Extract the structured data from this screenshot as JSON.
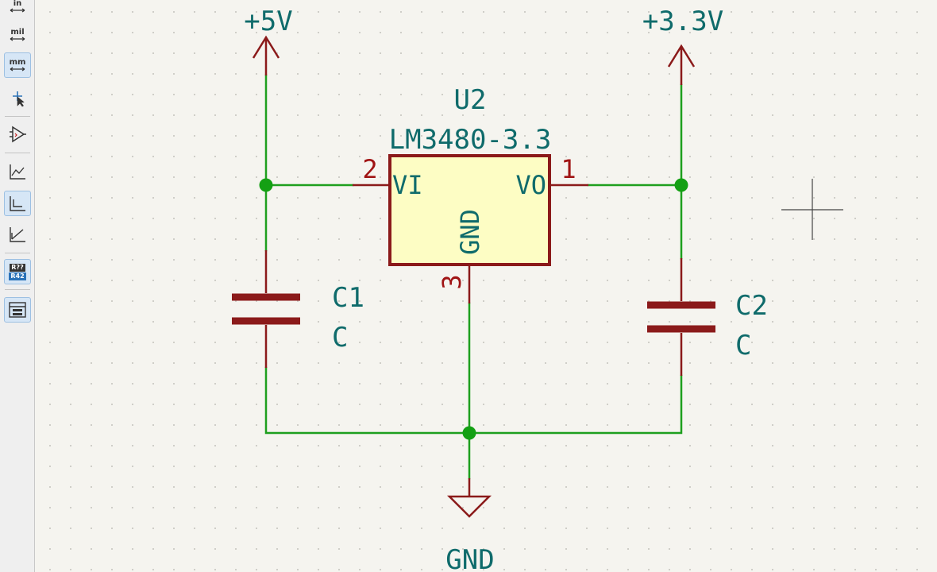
{
  "toolbar": {
    "unit_in": "in",
    "unit_mil": "mil",
    "unit_mm": "mm",
    "annotate_top": "R??",
    "annotate_bottom": "R42"
  },
  "schematic": {
    "power_5v": "+5V",
    "power_3v3": "+3.3V",
    "ground": "GND",
    "u2": {
      "ref": "U2",
      "value": "LM3480-3.3",
      "pin_vi_name": "VI",
      "pin_vi_num": "2",
      "pin_vo_name": "VO",
      "pin_vo_num": "1",
      "pin_gnd_name": "GND",
      "pin_gnd_num": "3"
    },
    "c1": {
      "ref": "C1",
      "value": "C"
    },
    "c2": {
      "ref": "C2",
      "value": "C"
    }
  },
  "colors": {
    "wire": "#1e9f1e",
    "junction": "#14a014",
    "symbol": "#8b1a1a",
    "body_fill": "#fdfdc4",
    "text": "#0f6b6b",
    "pin_number": "#a01414"
  }
}
